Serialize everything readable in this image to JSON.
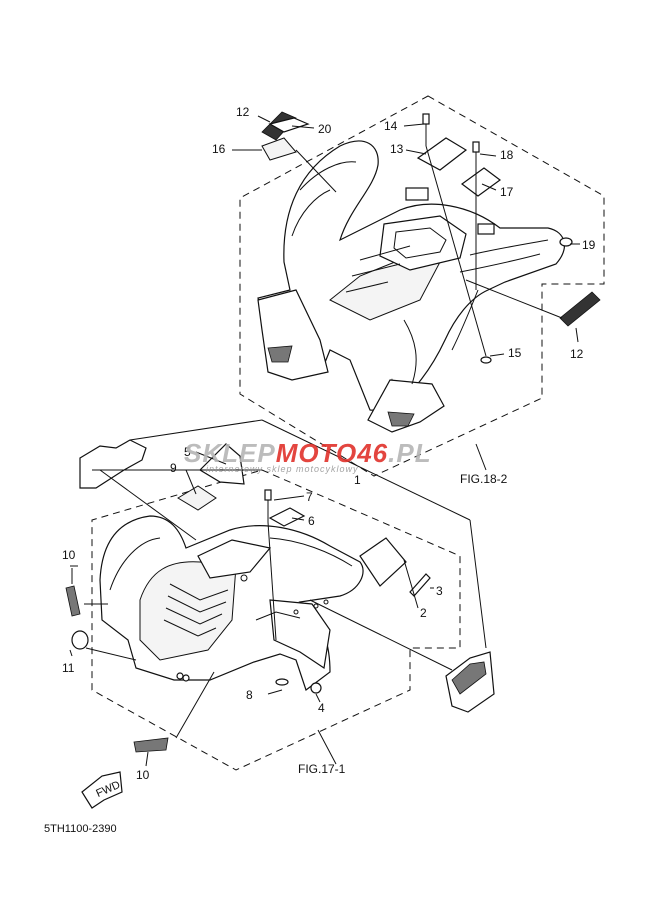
{
  "watermark": {
    "brand_part1": "SKLEP",
    "brand_part2": "MOTO46",
    "brand_part3": ".PL",
    "tagline": "internetowy sklep motocyklowy",
    "color_gray": "#b5b5b5",
    "color_red": "#e0312b"
  },
  "figure_refs": {
    "upper": "FIG.18-2",
    "lower": "FIG.17-1"
  },
  "callouts": {
    "c1": "1",
    "c2": "2",
    "c3": "3",
    "c4": "4",
    "c5": "5",
    "c6": "6",
    "c7": "7",
    "c8": "8",
    "c9": "9",
    "c10a": "10",
    "c10b": "10",
    "c11": "11",
    "c12a": "12",
    "c12b": "12",
    "c13": "13",
    "c14": "14",
    "c15": "15",
    "c16": "16",
    "c17": "17",
    "c18": "18",
    "c19": "19",
    "c20": "20"
  },
  "fwd_label": "FWD",
  "part_code": "5TH1100-2390"
}
